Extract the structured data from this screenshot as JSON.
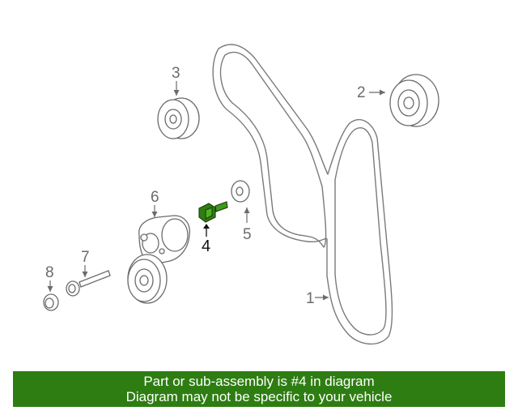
{
  "callouts": {
    "belt": "1",
    "idler_pulley": "2",
    "pulley": "3",
    "bolt": "4",
    "washer": "5",
    "tensioner": "6",
    "tensioner_bolt": "7",
    "cap": "8"
  },
  "highlighted_callout": "4",
  "highlight_color": "#2e7d12",
  "banner": {
    "line1": "Part or sub-assembly is #4 in diagram",
    "line2": "Diagram may not be specific to your vehicle"
  }
}
